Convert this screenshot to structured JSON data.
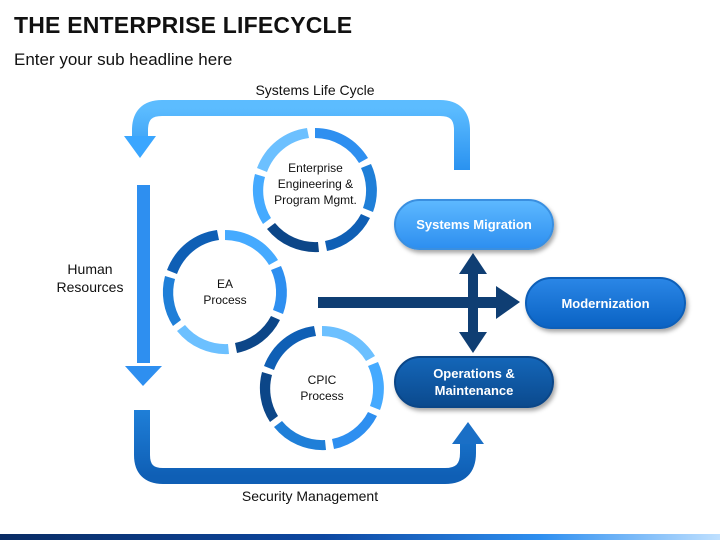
{
  "header": {
    "title": "THE ENTERPRISE LIFECYCLE",
    "subtitle": "Enter your sub headline here"
  },
  "labels": {
    "systems_life_cycle": "Systems Life Cycle",
    "human_resources": "Human Resources",
    "security_management": "Security Management"
  },
  "cycles": {
    "enterprise": "Enterprise Engineering & Program Mgmt.",
    "ea": "EA Process",
    "cpic": "CPIC Process"
  },
  "boxes": {
    "systems_migration": "Systems Migration",
    "modernization": "Modernization",
    "operations": "Operations & Maintenance"
  },
  "colors": {
    "light_blue": "#45aaff",
    "mid_blue": "#1f8ae8",
    "dark_navy": "#0c3c78",
    "arrow_dark": "#0f3e73"
  }
}
